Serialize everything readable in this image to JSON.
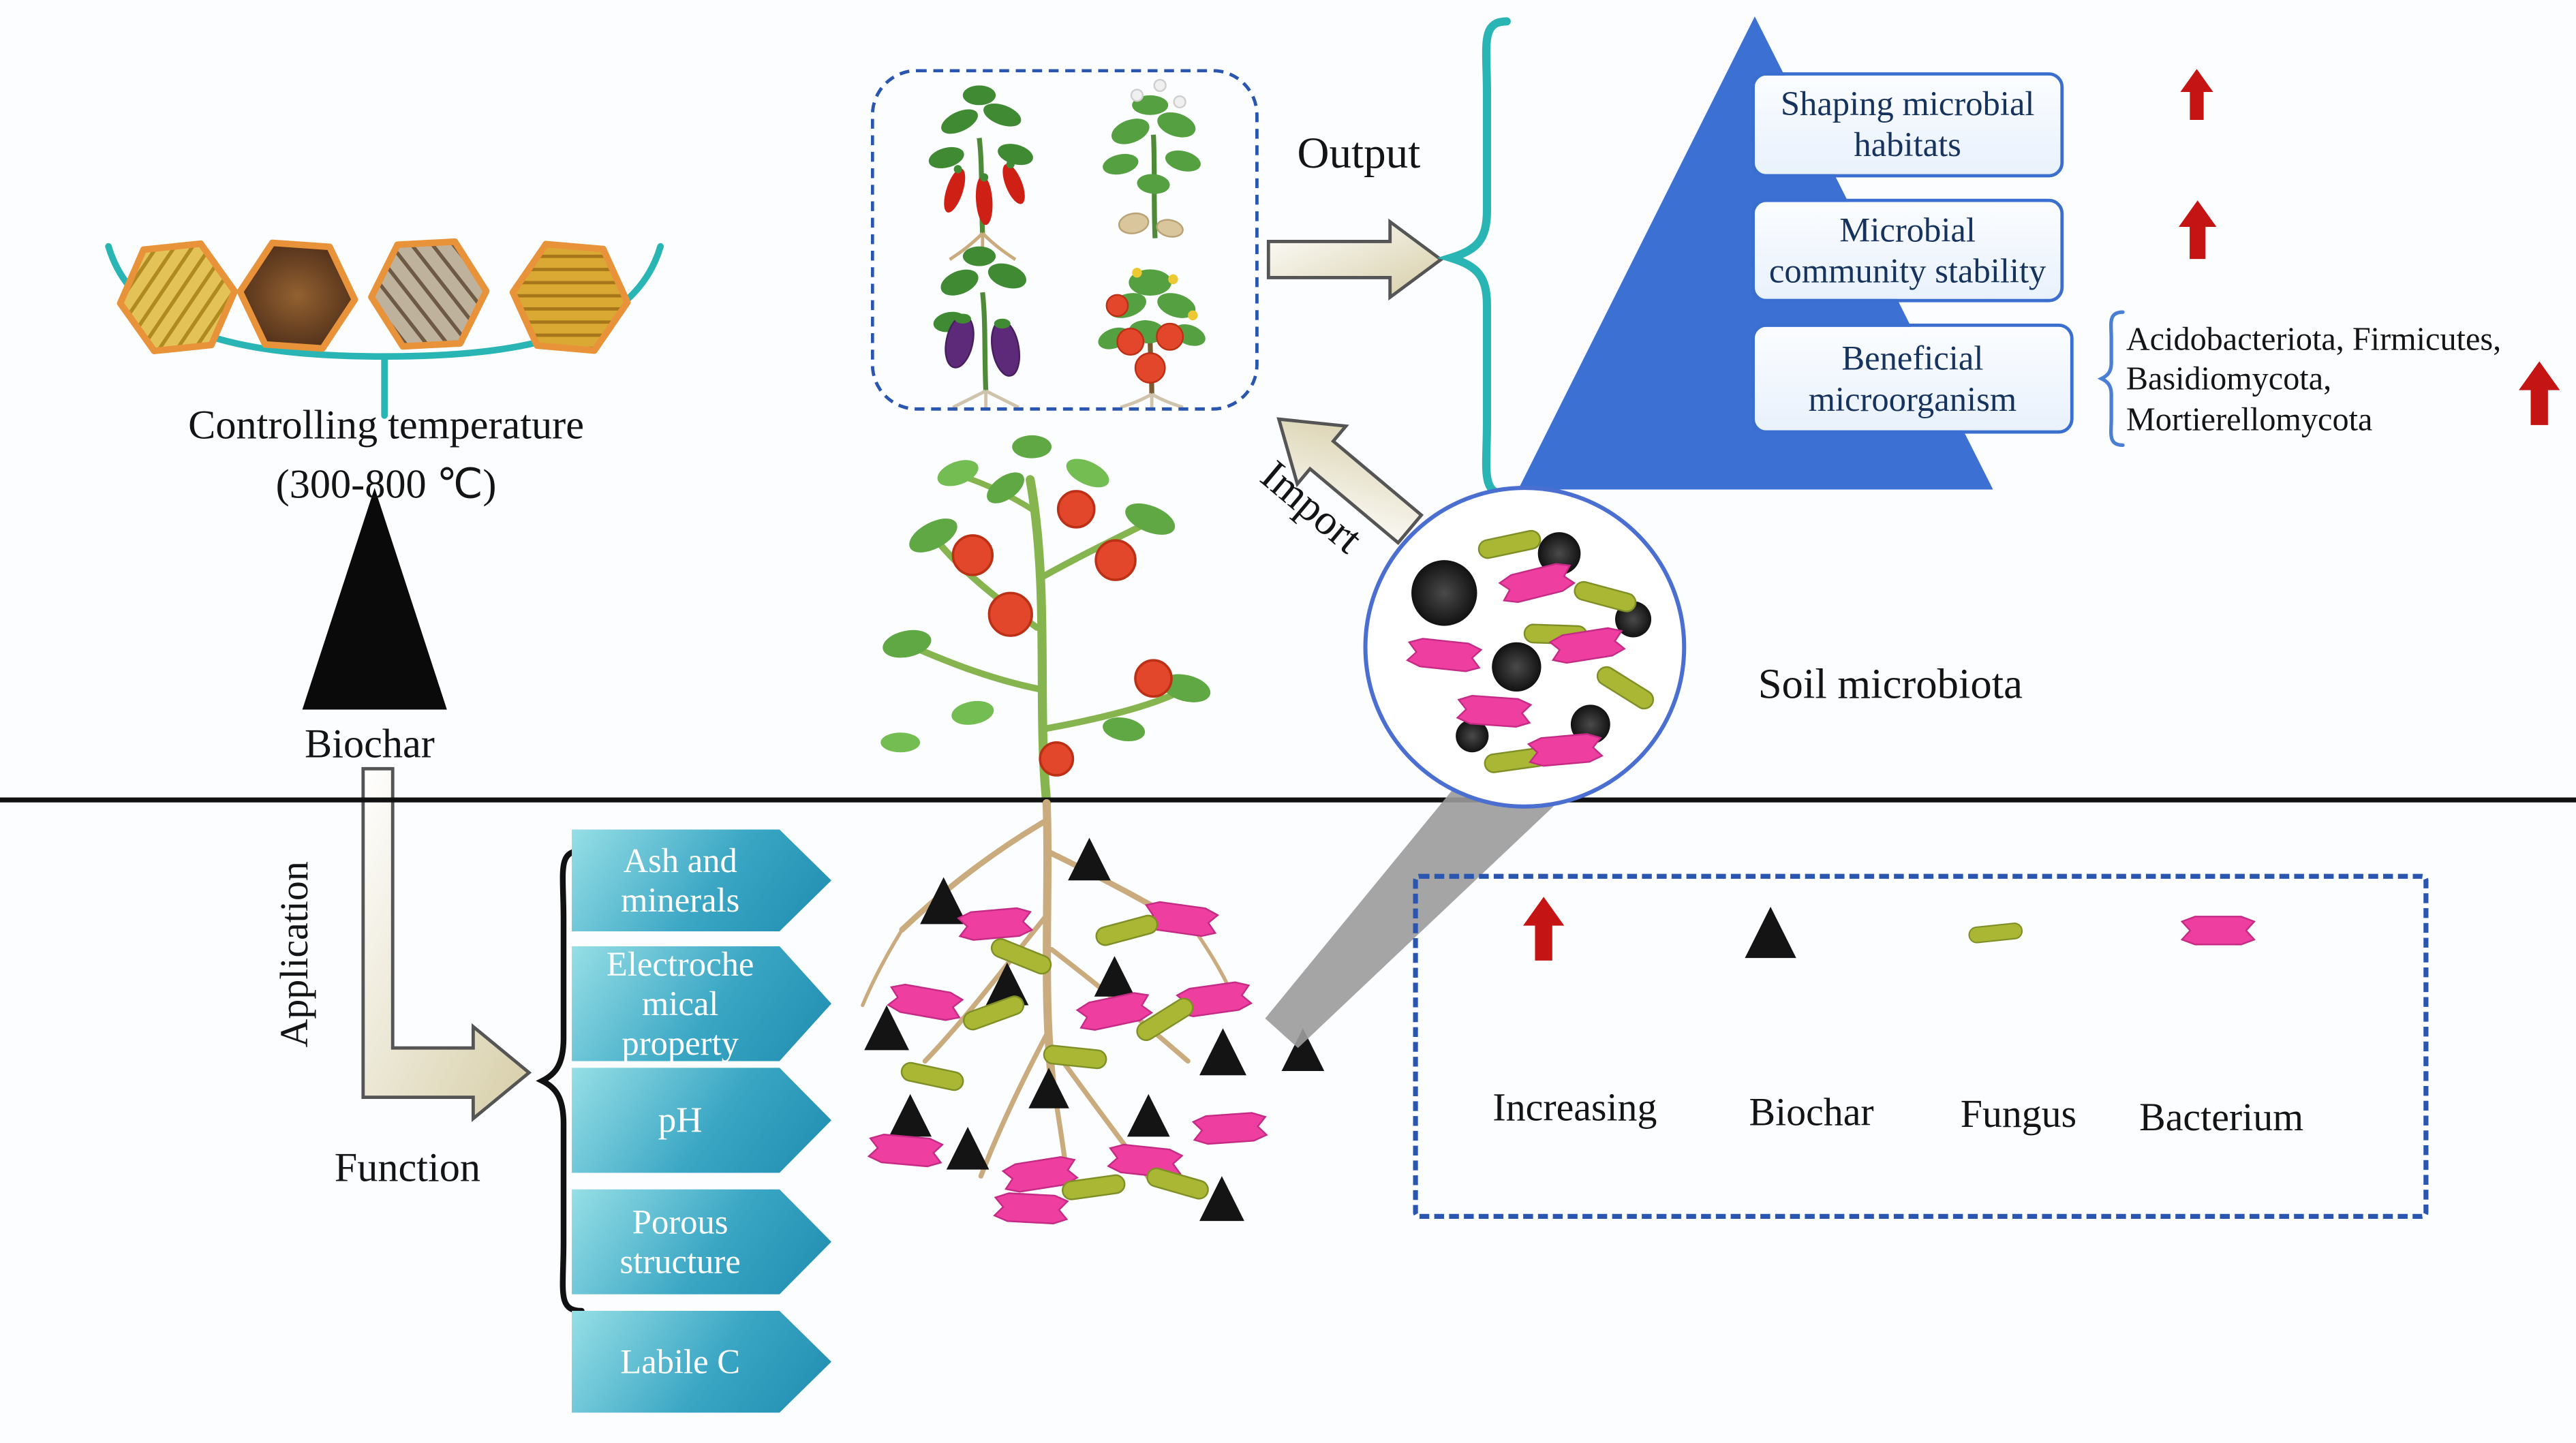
{
  "colors": {
    "teal_bracket": "#2ab5b5",
    "blue_accent": "#3a6fd0",
    "pyramid_blue": "#3d70d3",
    "increase_red": "#c41414",
    "bacterium_pink": "#ee3fa0",
    "fungus_green": "#a9b735",
    "biochar_black": "#141414",
    "dashed_border_blue": "#2b56b0",
    "function_arrow_teal": "#3aa6c4"
  },
  "pyrolysis": {
    "feedstock_icons": [
      "straw-hexagon-icon",
      "manure-soil-hexagon-icon",
      "branches-hexagon-icon",
      "wheat-hexagon-icon"
    ],
    "temperature_line1": "Controlling temperature",
    "temperature_line2": "(300-800 ℃)",
    "product_label": "Biochar",
    "application_label": "Application",
    "function_label": "Function",
    "functions": [
      "Ash and\nminerals",
      "Electroche\nmical\nproperty",
      "pH",
      "Porous\nstructure",
      "Labile C"
    ]
  },
  "plant_box": {
    "plant_icons": [
      "pepper-plant-icon",
      "potato-plant-icon",
      "eggplant-plant-icon",
      "tomato-plant-icon"
    ]
  },
  "flows": {
    "output_label": "Output",
    "import_label": "Import"
  },
  "pyramid": {
    "levels": [
      "Shaping microbial\nhabitats",
      "Microbial\ncommunity stability",
      "Beneficial\nmicroorganism"
    ],
    "taxa": "Acidobacteriota, Firmicutes,\nBasidiomycota,\nMortierellomycota"
  },
  "soil": {
    "microbiota_label": "Soil microbiota"
  },
  "legend": {
    "items": [
      {
        "icon": "increase-arrow-icon",
        "label": "Increasing"
      },
      {
        "icon": "biochar-triangle-icon",
        "label": "Biochar"
      },
      {
        "icon": "fungus-rod-icon",
        "label": "Fungus"
      },
      {
        "icon": "bacterium-ribbon-icon",
        "label": "Bacterium"
      }
    ]
  }
}
